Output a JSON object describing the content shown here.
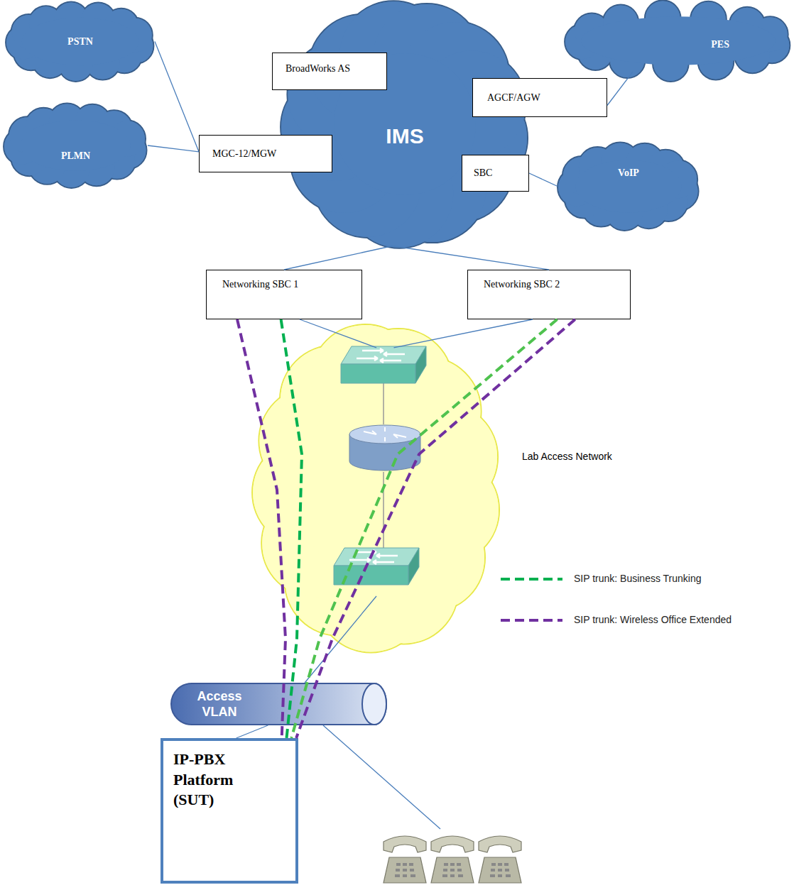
{
  "diagram": {
    "nodes": [
      {
        "text": [
          "PSTN"
        ]
      },
      {
        "text": [
          "IMS"
        ]
      },
      {
        "text": [
          "BroadWorks AS"
        ],
        "in": 1
      },
      {
        "text": [
          "MGC-12/MGW"
        ],
        "in": 1
      },
      {
        "text": [
          "AGCF/AGW"
        ],
        "in": 1
      },
      {
        "text": [
          "SBC"
        ],
        "in": 1
      },
      {
        "text": [
          "PES"
        ]
      },
      {
        "text": [
          "PLMN"
        ]
      },
      {
        "text": [
          "VoIP"
        ]
      },
      {
        "text": [
          "Networking SBC 1"
        ]
      },
      {
        "text": [
          "Networking SBC 2"
        ]
      },
      {
        "text": [
          "Lab Access Network"
        ]
      },
      {
        "text": [
          "Access VLAN"
        ]
      },
      {
        "text": [
          "IP-PBX Platform (SUT)"
        ]
      }
    ],
    "edges": [
      {
        "from": 0,
        "to": 3,
        "arrow": "none"
      },
      {
        "from": 7,
        "to": 3,
        "arrow": "none"
      },
      {
        "from": 6,
        "to": 4,
        "arrow": "none"
      },
      {
        "from": 5,
        "to": 8,
        "arrow": "none"
      },
      {
        "from": 1,
        "to": 9,
        "arrow": "none"
      },
      {
        "from": 1,
        "to": 10,
        "arrow": "none"
      },
      {
        "from": 9,
        "to": 11,
        "arrow": "none"
      },
      {
        "from": 10,
        "to": 11,
        "arrow": "none"
      },
      {
        "from": 11,
        "to": 12,
        "arrow": "none"
      },
      {
        "from": 12,
        "to": 13,
        "arrow": "none"
      },
      {
        "from": 9,
        "to": 13,
        "arrow": "none"
      },
      {
        "from": 9,
        "to": 13,
        "arrow": "none"
      },
      {
        "from": 10,
        "to": 13,
        "arrow": "none"
      },
      {
        "from": 10,
        "to": 13,
        "arrow": "none"
      }
    ],
    "legend": [
      {
        "text": "SIP trunk: Business Trunking"
      },
      {
        "text": "SIP trunk: Wireless Office Extended"
      }
    ]
  }
}
